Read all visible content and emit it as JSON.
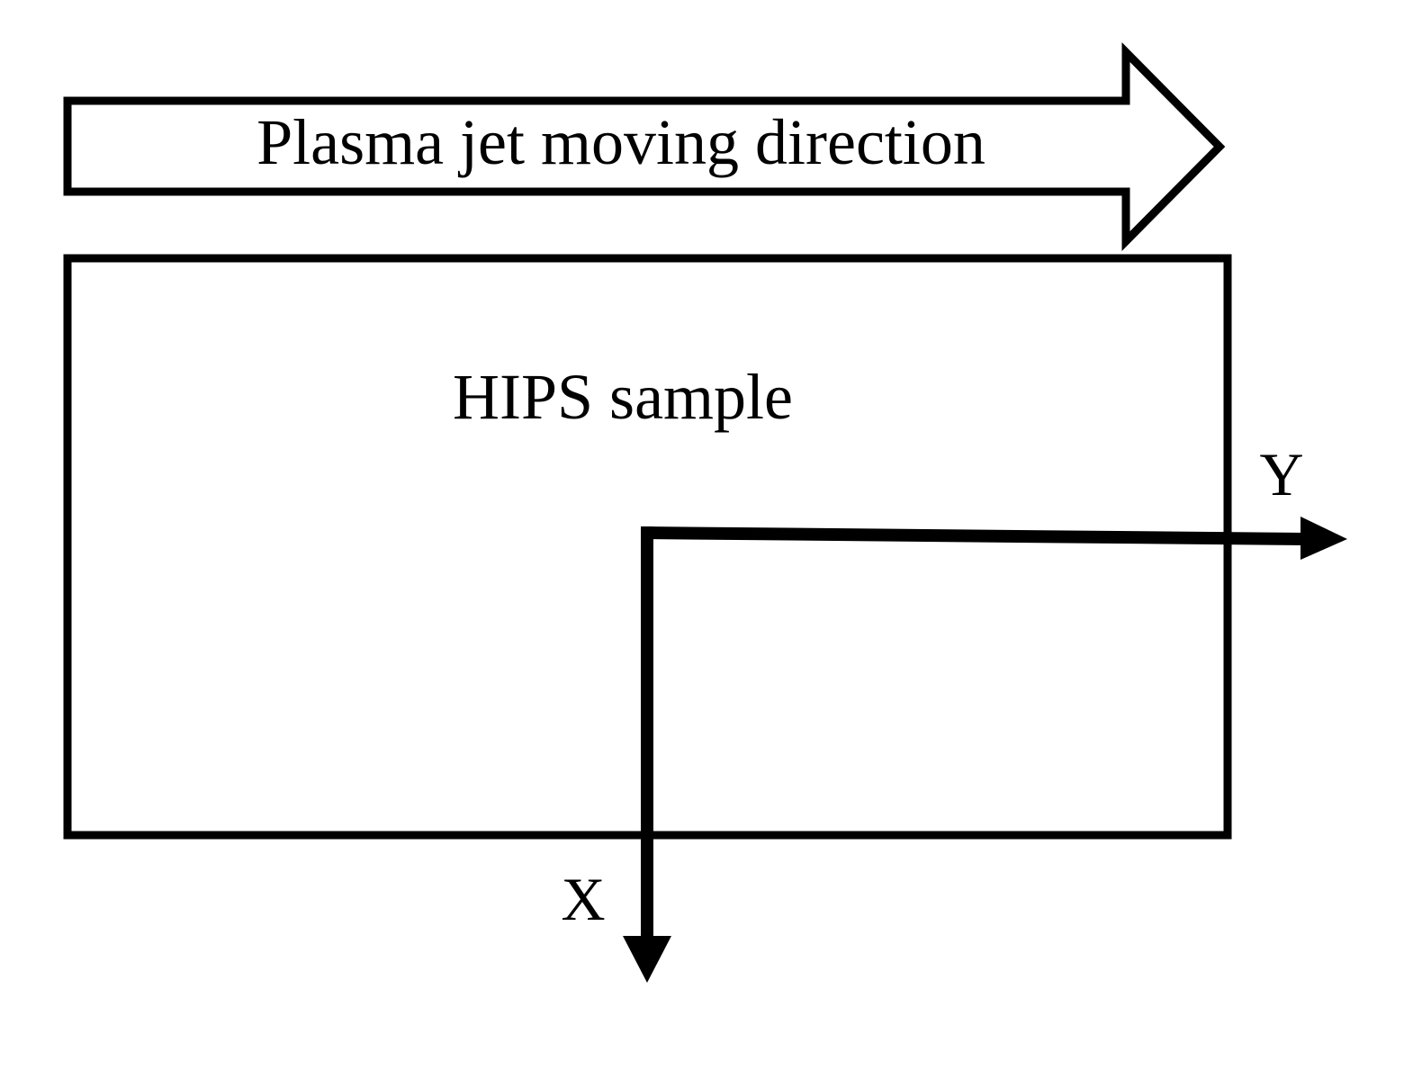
{
  "diagram": {
    "arrow_label": "Plasma jet moving direction",
    "sample_label": "HIPS sample",
    "axis_y_label": "Y",
    "axis_x_label": "X"
  },
  "colors": {
    "stroke": "#000000",
    "background": "#ffffff"
  }
}
